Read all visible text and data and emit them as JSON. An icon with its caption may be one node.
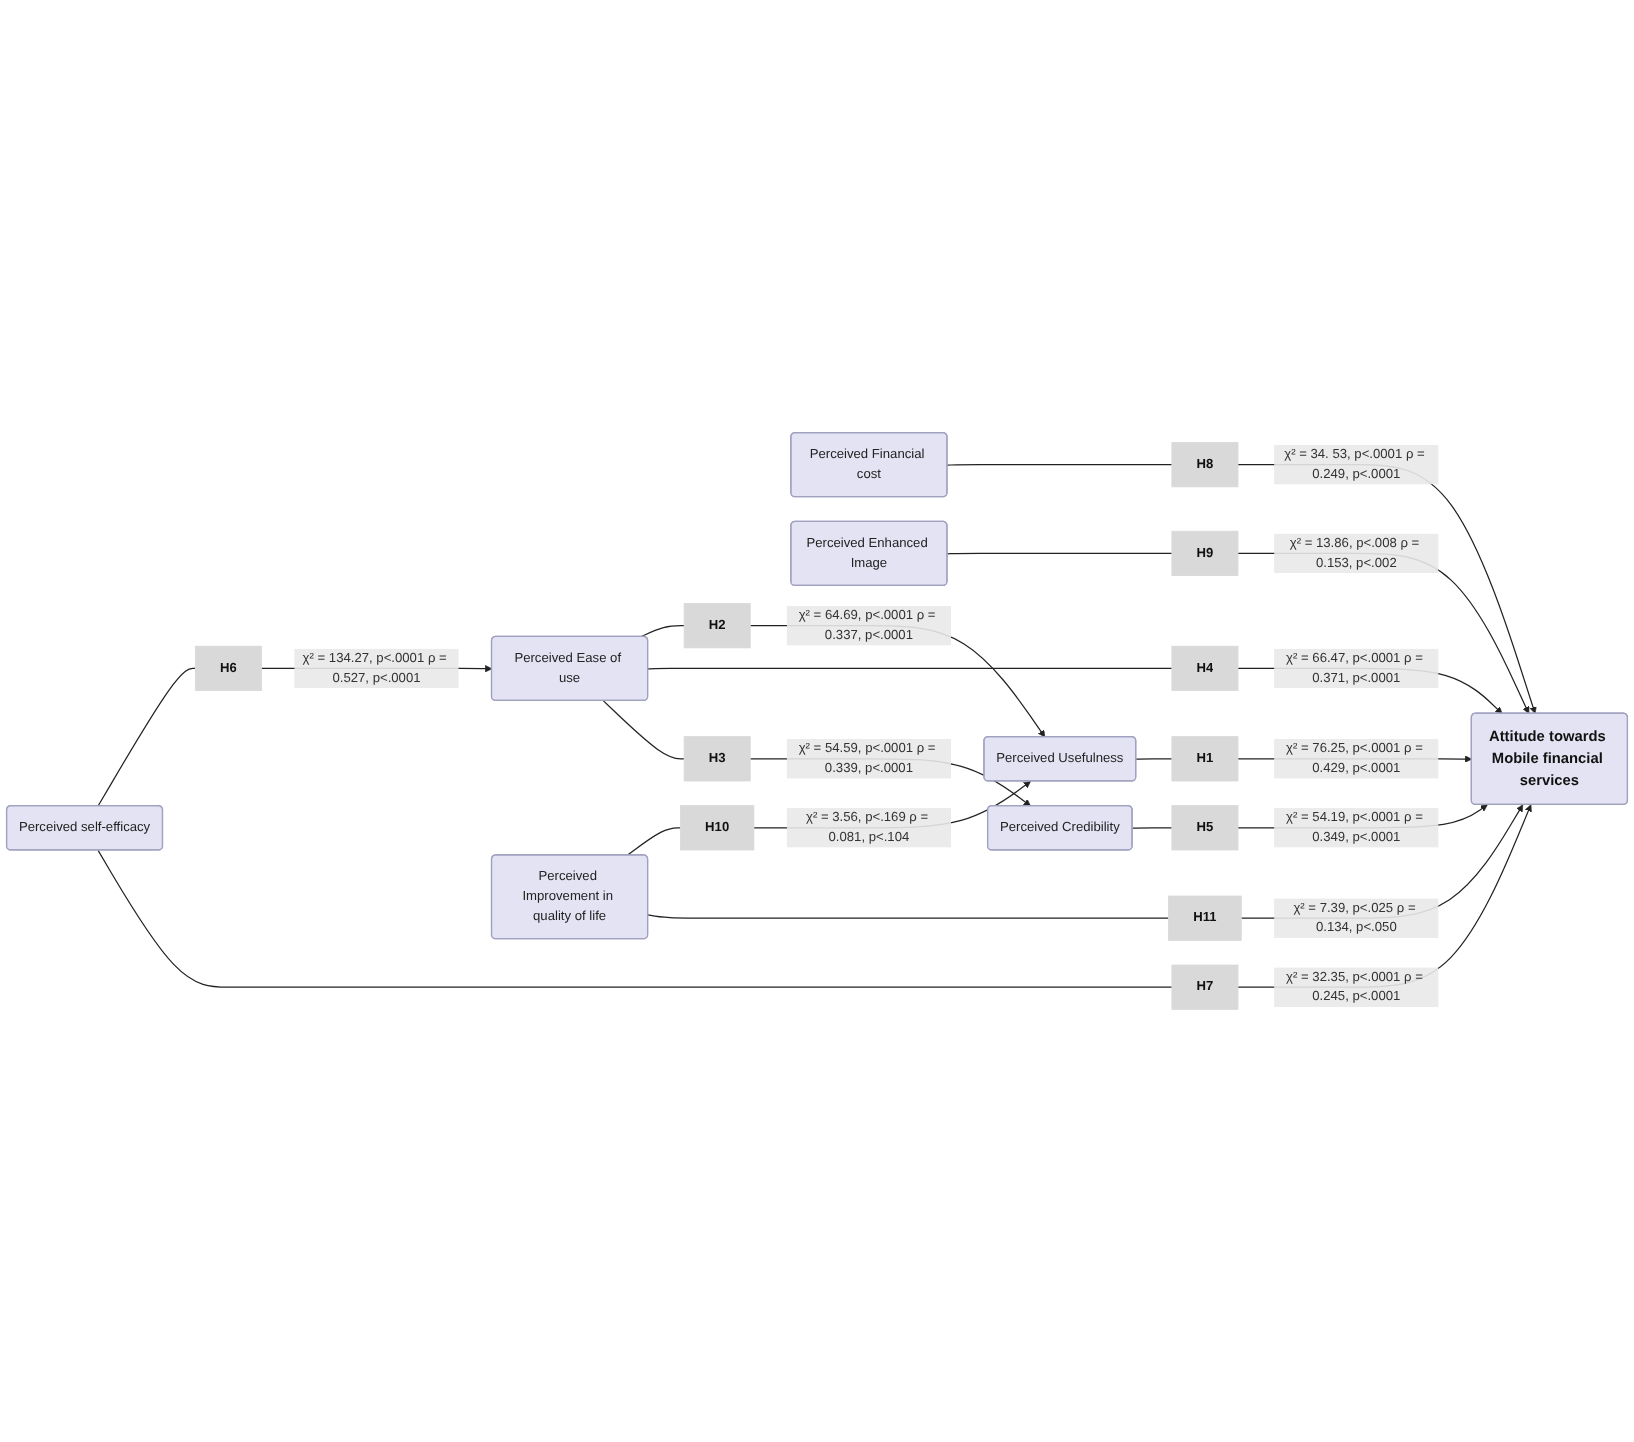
{
  "diagram": {
    "nodes": [
      {
        "text": [
          "Perceived Usefulness"
        ]
      },
      {
        "text": [
          "H1"
        ]
      },
      {
        "text": [
          "H2"
        ]
      },
      {
        "text": [
          "Perceived Ease of use"
        ]
      },
      {
        "text": [
          "H4"
        ]
      },
      {
        "text": [
          "H3"
        ]
      },
      {
        "text": [
          "Perceived Credibility"
        ]
      },
      {
        "text": [
          "H5"
        ]
      },
      {
        "text": [
          "H6"
        ]
      },
      {
        "text": [
          "Perceived self-efficacy"
        ]
      },
      {
        "text": [
          "H7"
        ]
      },
      {
        "text": [
          "Perceived Financial cost"
        ]
      },
      {
        "text": [
          "H8"
        ]
      },
      {
        "text": [
          "Perceived Enhanced Image"
        ]
      },
      {
        "text": [
          "H9"
        ]
      },
      {
        "text": [
          "H10"
        ]
      },
      {
        "text": [
          "Perceived Improvement in quality of life"
        ]
      },
      {
        "text": [
          "H11"
        ]
      },
      {
        "text": [
          "Attitude towards Mobile financial services"
        ]
      }
    ],
    "edges": [
      {
        "from": 0,
        "to": 1,
        "arrow": "none"
      },
      {
        "from": 1,
        "to": 18,
        "arrow": "to",
        "label": "χ² = 76.25, p<.0001 ρ = 0.429, p<.0001"
      },
      {
        "from": 3,
        "to": 2,
        "arrow": "none"
      },
      {
        "from": 2,
        "to": 0,
        "arrow": "to",
        "label": "χ² = 64.69, p<.0001 ρ = 0.337, p<.0001"
      },
      {
        "from": 3,
        "to": 4,
        "arrow": "none"
      },
      {
        "from": 4,
        "to": 18,
        "arrow": "to",
        "label": "χ² = 66.47, p<.0001 ρ = 0.371, p<.0001"
      },
      {
        "from": 3,
        "to": 5,
        "arrow": "none"
      },
      {
        "from": 5,
        "to": 6,
        "arrow": "to",
        "label": "χ² = 54.59, p<.0001 ρ = 0.339, p<.0001"
      },
      {
        "from": 6,
        "to": 7,
        "arrow": "none"
      },
      {
        "from": 7,
        "to": 18,
        "arrow": "to",
        "label": "χ² = 54.19, p<.0001 ρ = 0.349, p<.0001"
      },
      {
        "from": 9,
        "to": 8,
        "arrow": "none"
      },
      {
        "from": 8,
        "to": 3,
        "arrow": "to",
        "label": "χ² = 134.27, p<.0001 ρ = 0.527, p<.0001"
      },
      {
        "from": 9,
        "to": 10,
        "arrow": "none"
      },
      {
        "from": 10,
        "to": 18,
        "arrow": "to",
        "label": "χ² = 32.35, p<.0001 ρ = 0.245, p<.0001"
      },
      {
        "from": 11,
        "to": 12,
        "arrow": "none"
      },
      {
        "from": 12,
        "to": 18,
        "arrow": "to",
        "label": "χ² = 34. 53, p<.0001 ρ = 0.249, p<.0001"
      },
      {
        "from": 13,
        "to": 14,
        "arrow": "none"
      },
      {
        "from": 14,
        "to": 18,
        "arrow": "to",
        "label": "χ² = 13.86, p<.008 ρ = 0.153, p<.002"
      },
      {
        "from": 16,
        "to": 15,
        "arrow": "none"
      },
      {
        "from": 15,
        "to": 0,
        "arrow": "to",
        "label": "χ² = 3.56, p<.169 ρ = 0.081, p<.104"
      },
      {
        "from": 16,
        "to": 17,
        "arrow": "none"
      },
      {
        "from": 17,
        "to": 18,
        "arrow": "to",
        "label": "χ² = 7.39, p<.025 ρ = 0.134, p<.050"
      }
    ]
  }
}
